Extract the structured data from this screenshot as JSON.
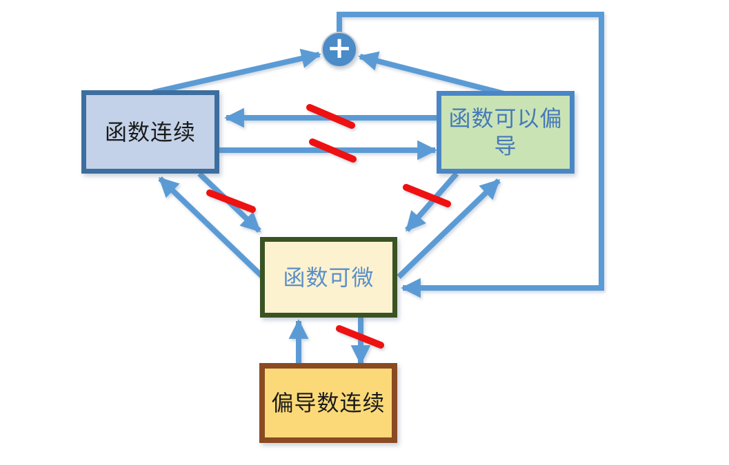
{
  "nodes": {
    "continuous": {
      "label": "函数连续",
      "fill": "#C3D2E8",
      "border": "#3D6E9E",
      "text": "#1A1A1A"
    },
    "partial_derivable": {
      "label": "函数可以偏导",
      "fill": "#C9E3B5",
      "border": "#4A86C5",
      "text": "#4579B8"
    },
    "differentiable": {
      "label": "函数可微",
      "fill": "#FDF2D0",
      "border": "#3A5323",
      "text": "#5B8FC9"
    },
    "partial_continuous": {
      "label": "偏导数连续",
      "fill": "#FBD978",
      "border": "#8A4A22",
      "text": "#1A1A1A"
    }
  },
  "junction": {
    "label": "+",
    "fill": "#4A8BC8",
    "ring": "#C9CDD3",
    "text": "#FFFFFF"
  },
  "colors": {
    "arrow": "#5B9BD5",
    "negation_slash": "#EE1111",
    "background": "#FFFFFF"
  },
  "edges": [
    {
      "from": "continuous",
      "to": "junction",
      "negated": false
    },
    {
      "from": "partial_derivable",
      "to": "junction",
      "negated": false
    },
    {
      "from": "junction",
      "to": "differentiable",
      "negated": false
    },
    {
      "from": "partial_derivable",
      "to": "continuous",
      "negated": true
    },
    {
      "from": "continuous",
      "to": "partial_derivable",
      "negated": true
    },
    {
      "from": "differentiable",
      "to": "continuous",
      "negated": false
    },
    {
      "from": "continuous",
      "to": "differentiable",
      "negated": true
    },
    {
      "from": "differentiable",
      "to": "partial_derivable",
      "negated": false
    },
    {
      "from": "partial_derivable",
      "to": "differentiable",
      "negated": true
    },
    {
      "from": "partial_continuous",
      "to": "differentiable",
      "negated": false
    },
    {
      "from": "differentiable",
      "to": "partial_continuous",
      "negated": true
    }
  ]
}
